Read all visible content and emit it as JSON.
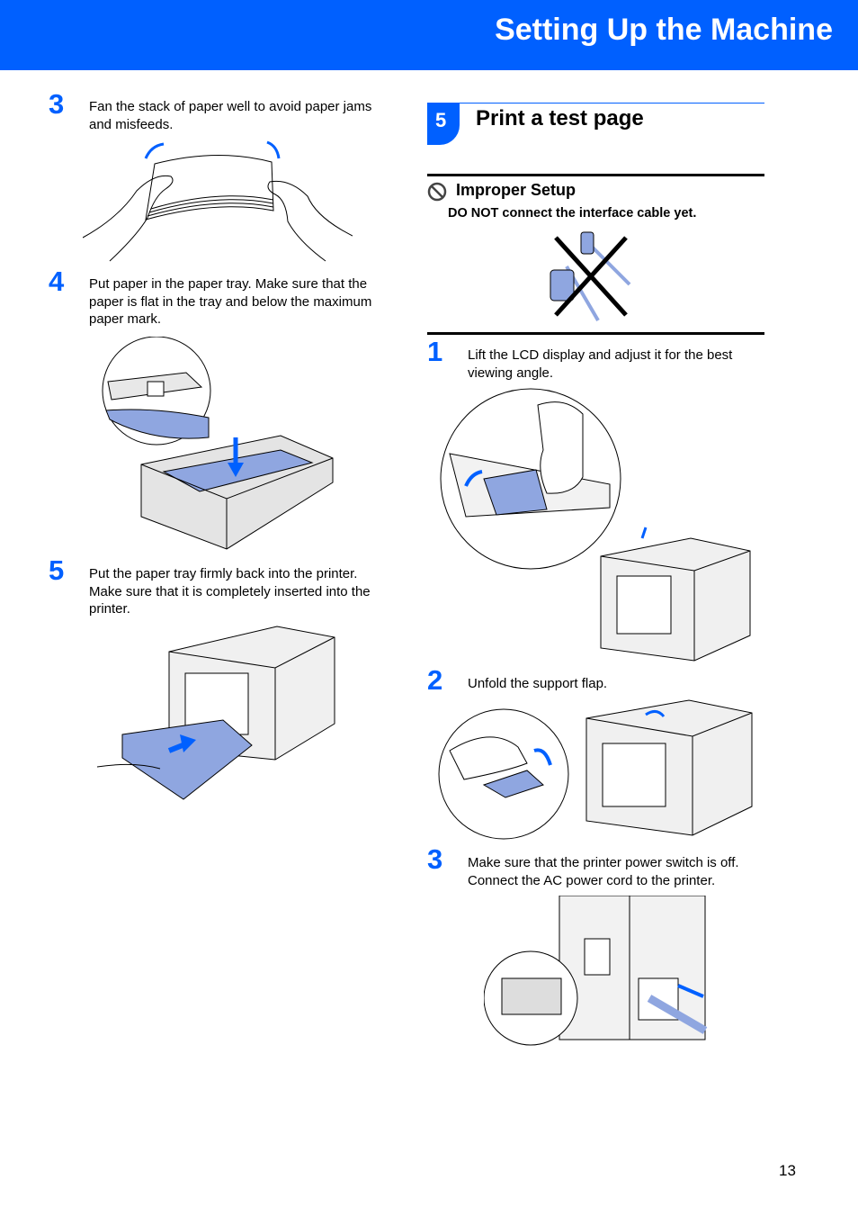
{
  "header": {
    "title": "Setting Up the Machine"
  },
  "left_steps": [
    {
      "num": "3",
      "text": "Fan the stack of paper well to avoid paper jams and misfeeds."
    },
    {
      "num": "4",
      "text": "Put paper in the paper tray. Make sure that the paper is flat in the tray and below the maximum paper mark."
    },
    {
      "num": "5",
      "text": "Put the paper tray firmly back into the printer. Make sure that it is completely inserted into the printer."
    }
  ],
  "section": {
    "num": "5",
    "title": "Print a test page"
  },
  "warning": {
    "title": "Improper Setup",
    "text": "DO NOT connect the interface cable yet."
  },
  "right_steps": [
    {
      "num": "1",
      "text": "Lift the LCD display and adjust it for the best viewing angle."
    },
    {
      "num": "2",
      "text": "Unfold the support flap."
    },
    {
      "num": "3",
      "text": "Make sure that the printer power switch is off. Connect the AC power cord to the printer."
    }
  ],
  "page_number": "13",
  "colors": {
    "accent": "#0060ff",
    "paper": "#8fa6e0"
  }
}
